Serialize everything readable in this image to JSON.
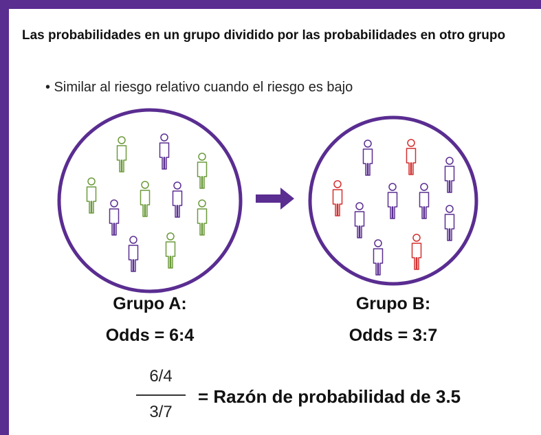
{
  "heading": "Las probabilidades en un grupo dividido por las probabilidades en otro grupo",
  "bullet": "• Similar al riesgo relativo cuando el riesgo es bajo",
  "group_a": {
    "title": "Grupo A:",
    "odds": "Odds = 6:4"
  },
  "group_b": {
    "title": "Grupo B:",
    "odds": "Odds = 3:7"
  },
  "formula": {
    "numerator": "6/4",
    "denominator": "3/7",
    "result": "= Razón de probabilidad de 3.5"
  },
  "colors": {
    "frame": "#5a2d91",
    "green": "#6b9a3a",
    "purple": "#5a2d91",
    "red": "#d32f2f"
  }
}
